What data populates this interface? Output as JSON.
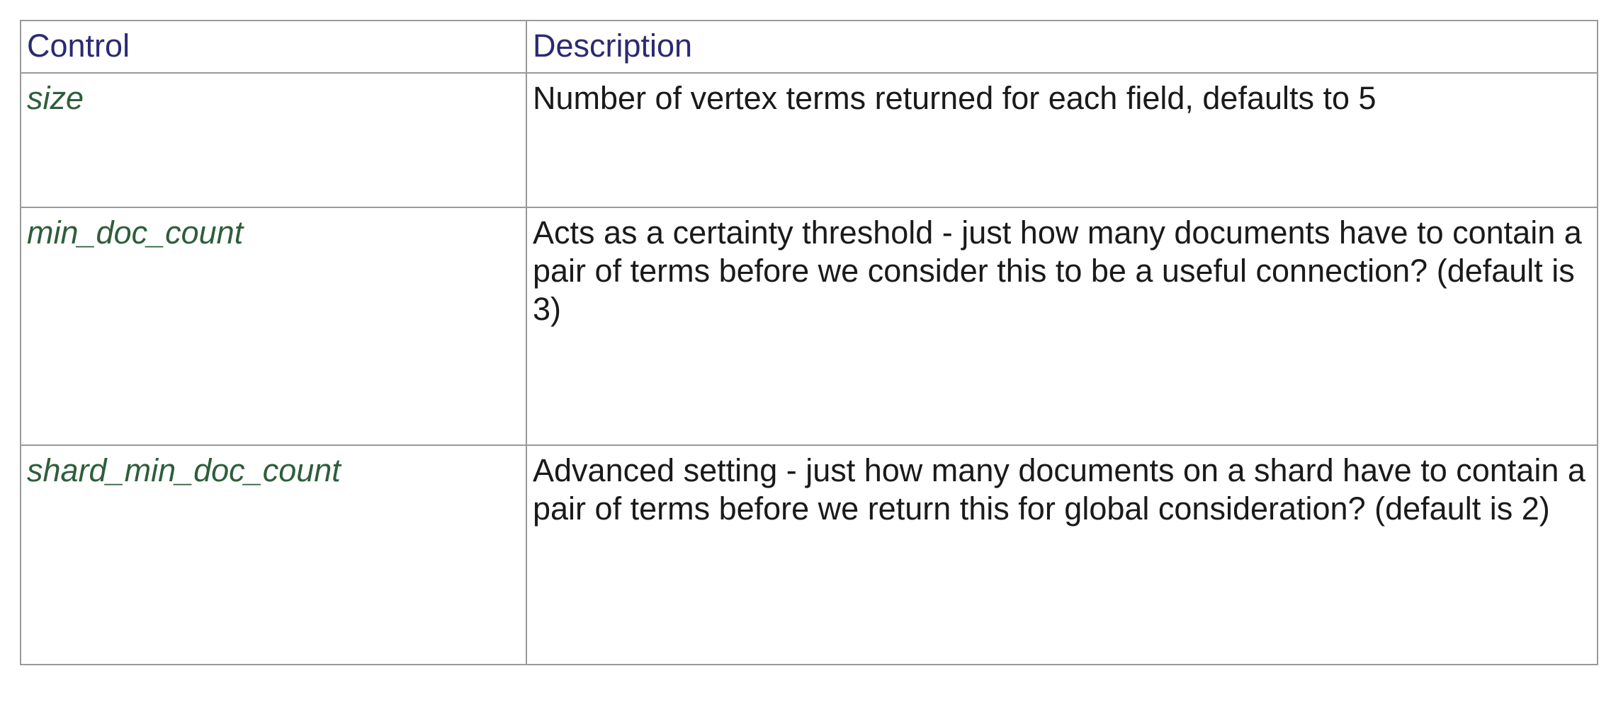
{
  "table": {
    "headers": {
      "control": "Control",
      "description": "Description"
    },
    "rows": [
      {
        "control": "size",
        "description": "Number of vertex terms returned for each field, defaults to 5"
      },
      {
        "control": "min_doc_count",
        "description": "Acts as a certainty threshold - just how many documents have to contain a pair of terms before we consider this to be a useful connection? (default is 3)"
      },
      {
        "control": "shard_min_doc_count",
        "description": "Advanced setting - just how many documents on a shard have to contain a pair of terms before we return this for global consideration? (default is 2)"
      }
    ],
    "colors": {
      "header_text": "#2a2a72",
      "control_text": "#2e5e3c",
      "description_text": "#1a1a1a",
      "border": "#9a9a9a"
    }
  }
}
